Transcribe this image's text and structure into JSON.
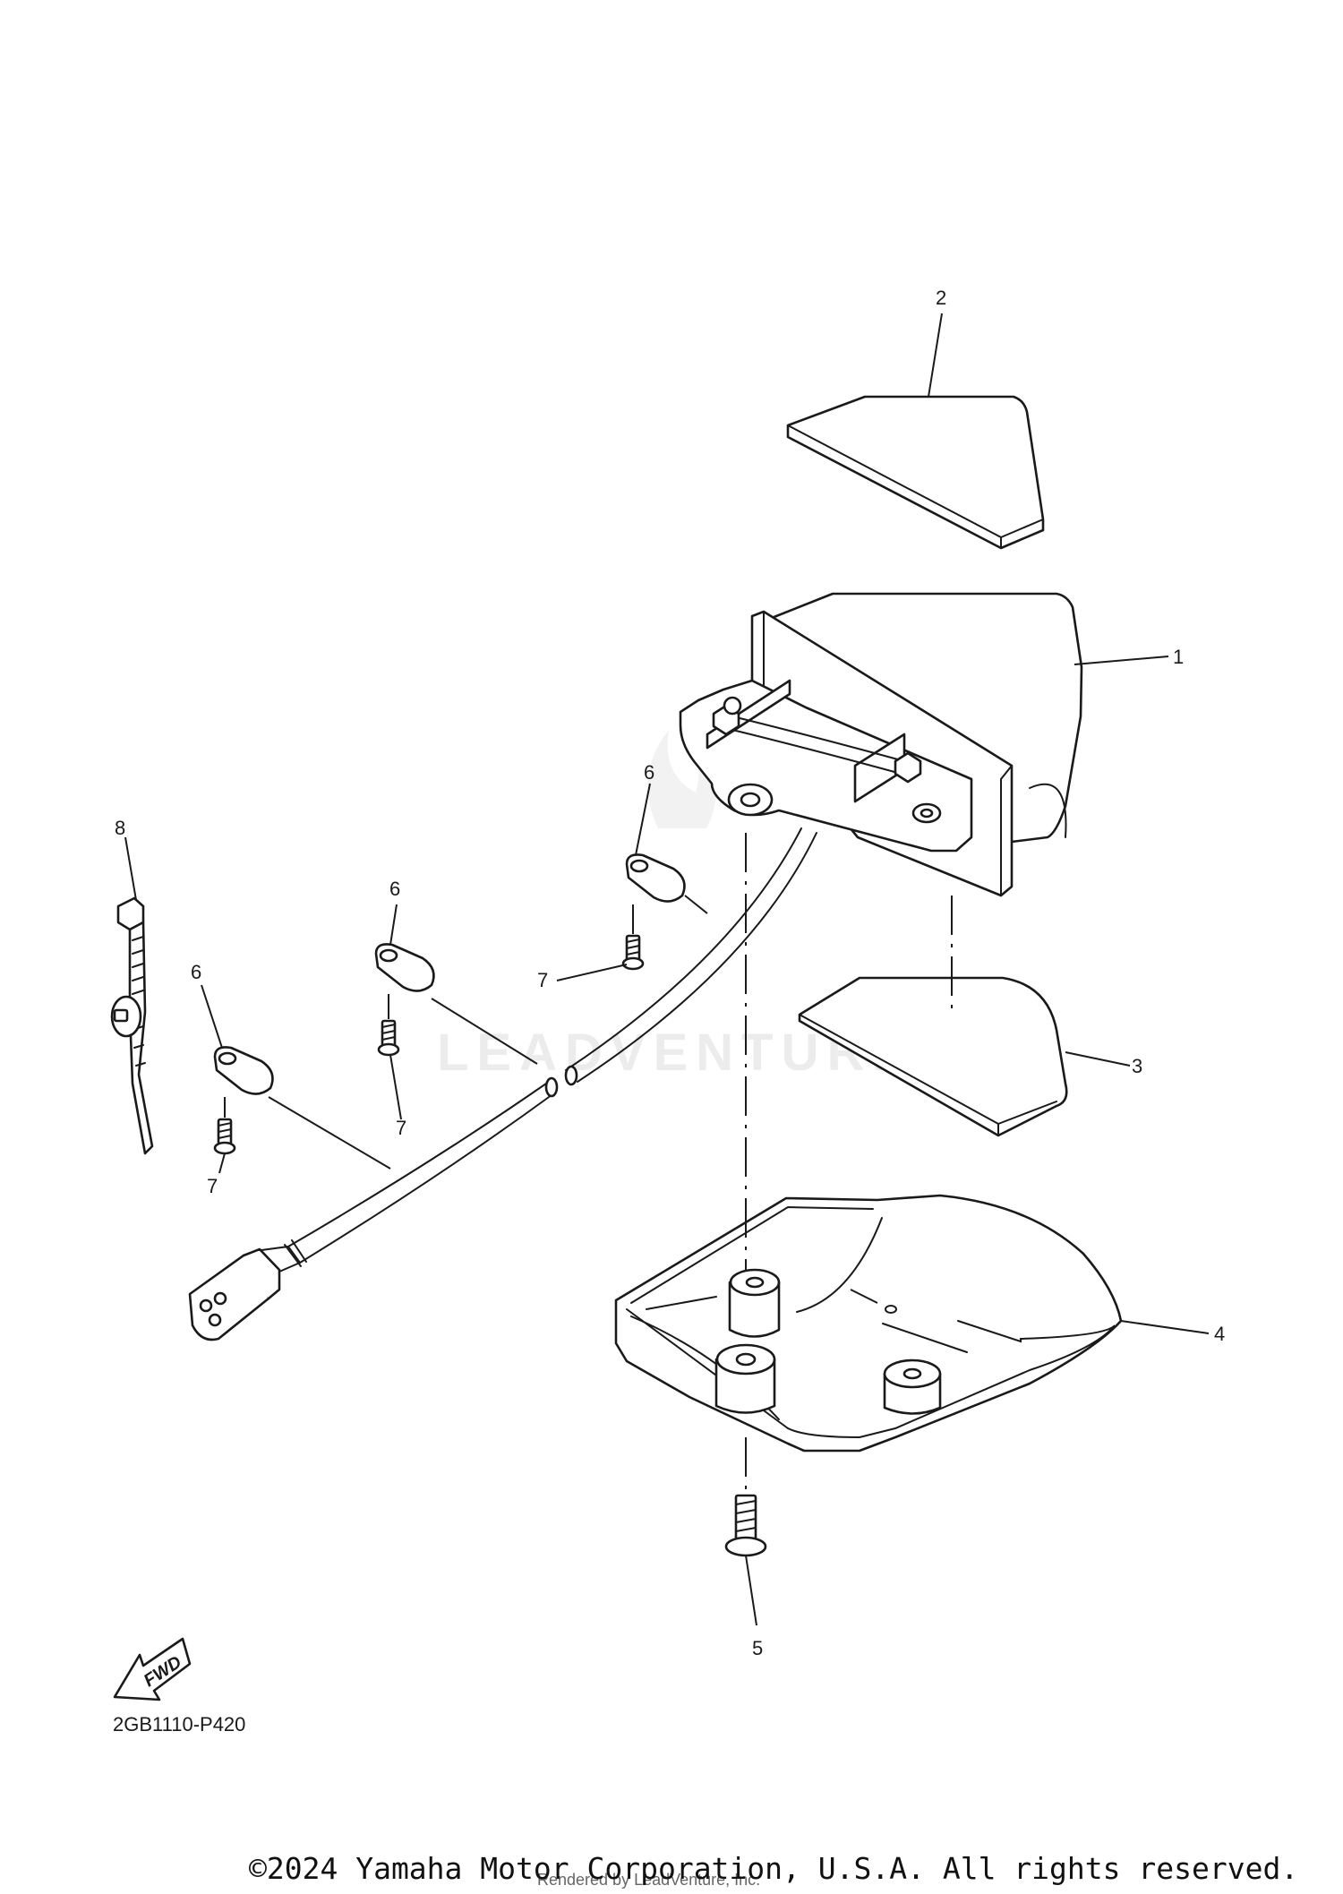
{
  "diagram": {
    "figure_code": "2GB1110-P420",
    "callouts": [
      "1",
      "2",
      "3",
      "4",
      "5",
      "6",
      "6",
      "6",
      "7",
      "7",
      "7",
      "8"
    ],
    "direction_badge": "FWD",
    "watermark": "LEADVENTURE",
    "copyright": "©2024 Yamaha Motor Corporation, U.S.A. All rights reserved.",
    "rendered_by": "Rendered by LeadVenture, Inc."
  }
}
